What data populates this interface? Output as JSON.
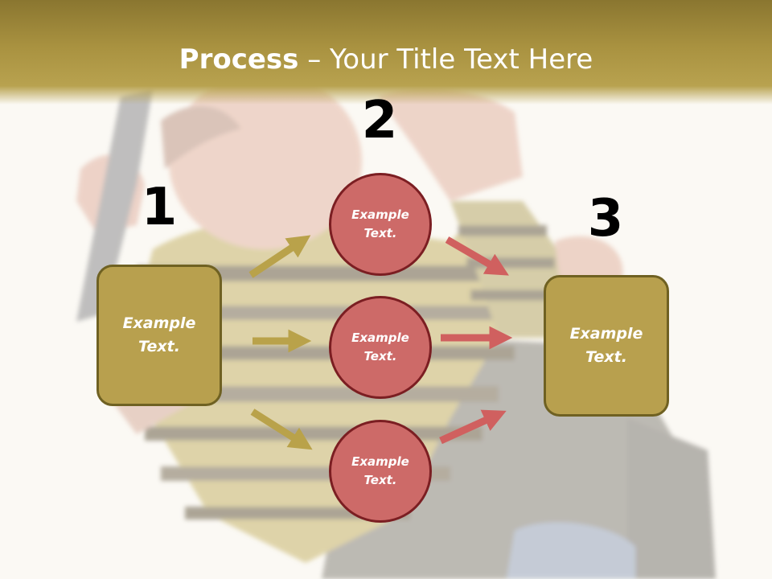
{
  "slide": {
    "title_bold": "Process",
    "title_dash": " – ",
    "title_rest": "Your Title Text Here"
  },
  "steps": {
    "num1": "1",
    "num2": "2",
    "num3": "3"
  },
  "box_left": {
    "line1": "Example",
    "line2": "Text."
  },
  "box_right": {
    "line1": "Example",
    "line2": "Text."
  },
  "circles": [
    {
      "line1": "Example",
      "line2": "Text."
    },
    {
      "line1": "Example",
      "line2": "Text."
    },
    {
      "line1": "Example",
      "line2": "Text."
    }
  ],
  "colors": {
    "title_band": "#a99240",
    "box_fill": "#b8a04e",
    "box_border": "#6f6122",
    "circle_fill": "#cd6a68",
    "circle_border": "#7b1e22",
    "gold_arrow": "#b9a24a",
    "red_arrow": "#d0605f"
  }
}
